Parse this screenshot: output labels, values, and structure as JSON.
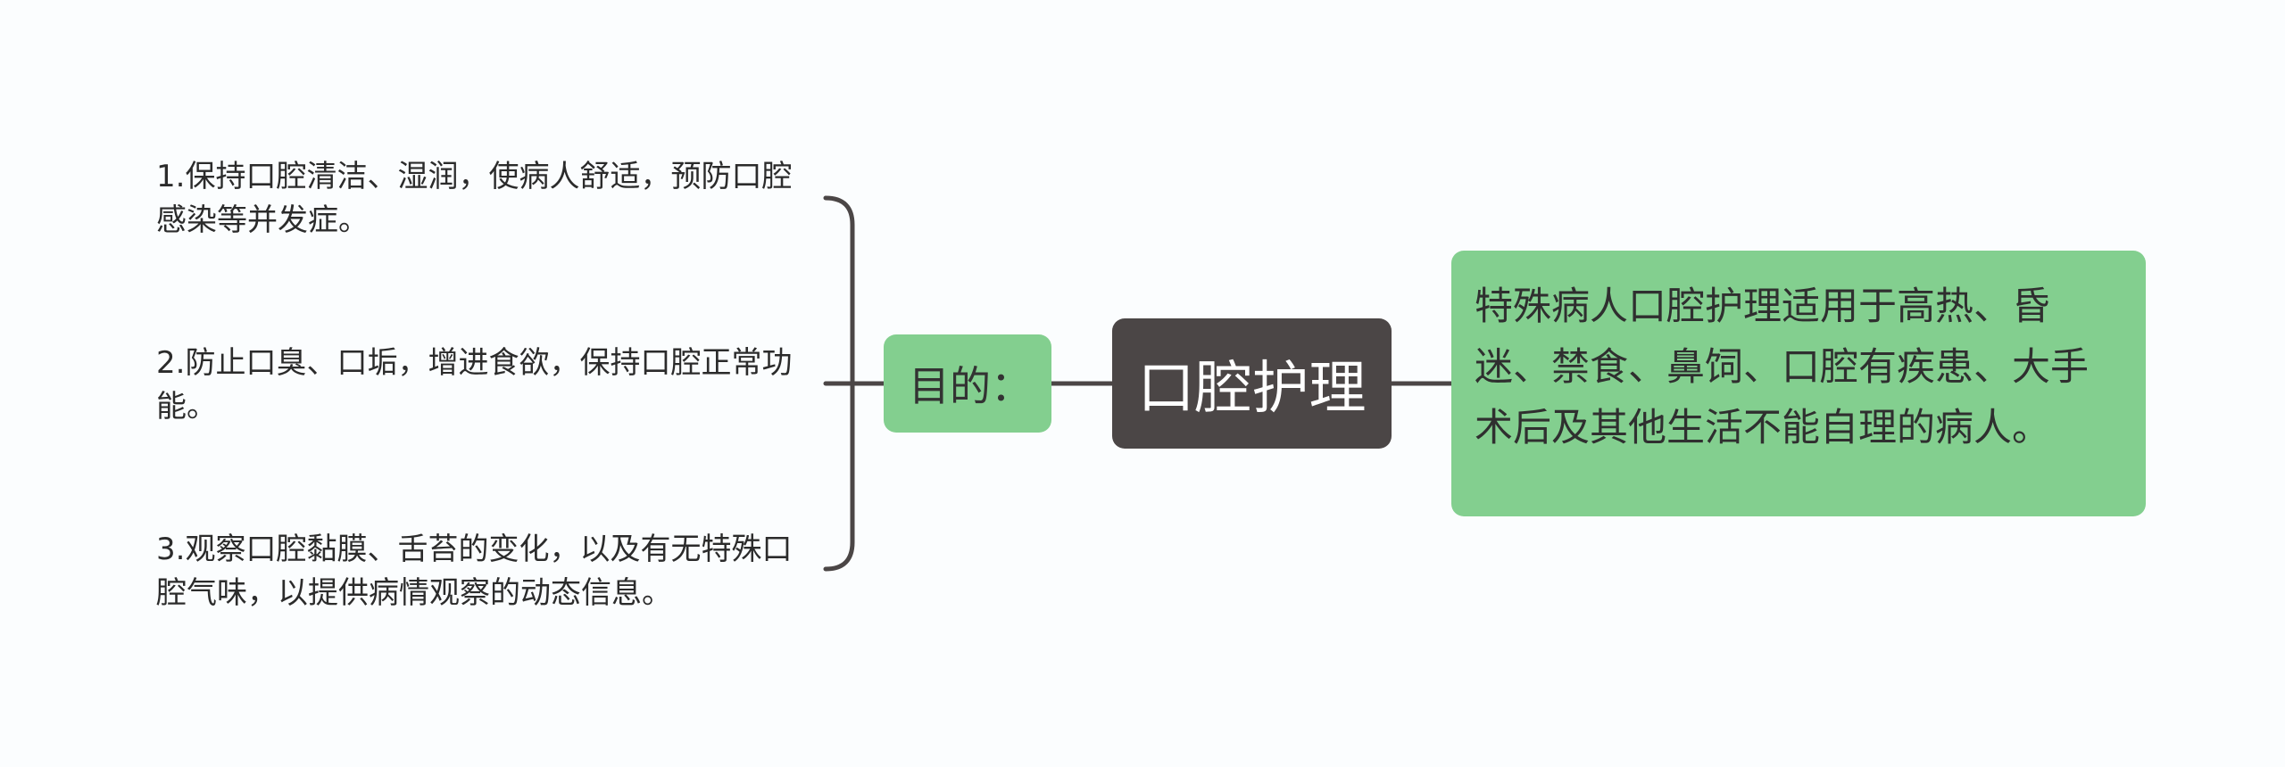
{
  "mindmap": {
    "root": {
      "label": "口腔护理"
    },
    "right_branch": {
      "text": "特殊病人口腔护理适用于高热、昏迷、禁食、鼻饲、口腔有疾患、大手术后及其他生活不能自理的病人。"
    },
    "left_branch": {
      "label": "目的：",
      "items": [
        {
          "text": "1.保持口腔清洁、湿润，使病人舒适，预防口腔感染等并发症。"
        },
        {
          "text": "2.防止口臭、口垢，增进食欲，保持口腔正常功能。"
        },
        {
          "text": "3.观察口腔黏膜、舌苔的变化，以及有无特殊口腔气味，以提供病情观察的动态信息。"
        }
      ]
    },
    "colors": {
      "background": "#fbfdfe",
      "root_fill": "#4b4646",
      "branch_fill": "#83cf8f",
      "connector": "#4b4646"
    }
  }
}
